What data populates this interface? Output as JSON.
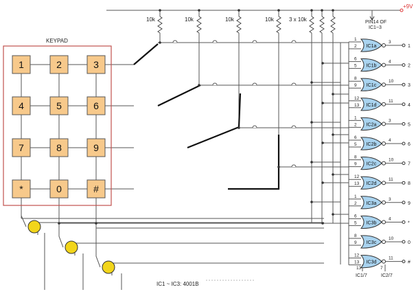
{
  "supply": {
    "label": "+9V",
    "color": "#d33"
  },
  "keypad": {
    "title": "KEYPAD",
    "keys": [
      "1",
      "2",
      "3",
      "4",
      "5",
      "6",
      "7",
      "8",
      "9",
      "*",
      "0",
      "#"
    ],
    "key_fill": "#f7c98b",
    "frame_color": "#c0504d"
  },
  "resistors": {
    "r1": "10k",
    "r2": "10k",
    "r3": "10k",
    "r4": "10k",
    "r_group": "3 x 10k"
  },
  "pin_label": {
    "line1": "PIN14 OF",
    "line2": "IC1~3"
  },
  "gates": [
    {
      "name": "IC1a",
      "in_a": "1",
      "in_b": "2",
      "out": "3",
      "output": "1"
    },
    {
      "name": "IC1b",
      "in_a": "6",
      "in_b": "5",
      "out": "4",
      "output": "2"
    },
    {
      "name": "IC1c",
      "in_a": "8",
      "in_b": "9",
      "out": "10",
      "output": "3"
    },
    {
      "name": "IC1d",
      "in_a": "12",
      "in_b": "13",
      "out": "11",
      "output": "4"
    },
    {
      "name": "IC2a",
      "in_a": "1",
      "in_b": "2",
      "out": "3",
      "output": "5"
    },
    {
      "name": "IC2b",
      "in_a": "6",
      "in_b": "5",
      "out": "4",
      "output": "6"
    },
    {
      "name": "IC2c",
      "in_a": "8",
      "in_b": "9",
      "out": "10",
      "output": "7"
    },
    {
      "name": "IC2d",
      "in_a": "12",
      "in_b": "13",
      "out": "11",
      "output": "8"
    },
    {
      "name": "IC3a",
      "in_a": "1",
      "in_b": "2",
      "out": "3",
      "output": "9"
    },
    {
      "name": "IC3b",
      "in_a": "6",
      "in_b": "5",
      "out": "4",
      "output": "*"
    },
    {
      "name": "IC3c",
      "in_a": "8",
      "in_b": "9",
      "out": "10",
      "output": "0"
    },
    {
      "name": "IC3d",
      "in_a": "12",
      "in_b": "13",
      "out": "11",
      "output": "#"
    }
  ],
  "gate_fill": "#a9d3ef",
  "transistor_fill": "#f2d51b",
  "ic_label": "IC1 ~ IC3: 4001B",
  "ground_pins": {
    "left": "IC1/7",
    "right": "IC2/7"
  }
}
